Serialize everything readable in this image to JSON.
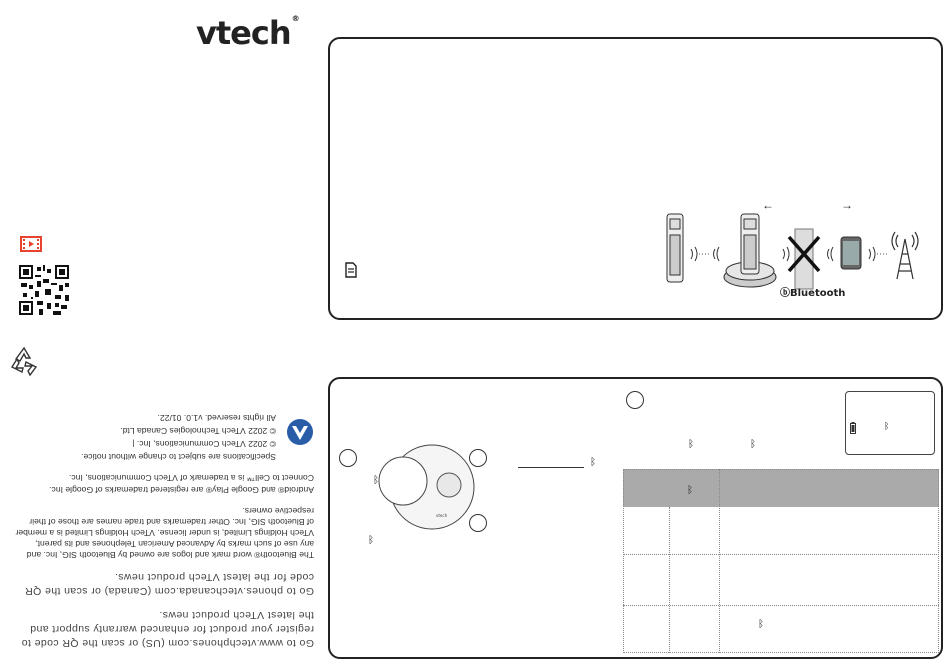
{
  "brand": {
    "logo_text": "vtech",
    "registered": "®"
  },
  "left_panel": {
    "news_us": "Go to www.vtechphones.com (US) or scan the QR code to register your product for enhanced warranty support and the latest VTech product news.",
    "news_canada": "Go to phones.vtechcanada.com (Canada) or scan the QR code for the latest VTech product news.",
    "legal_bluetooth": "The Bluetooth® word mark and logos are owned by Bluetooth SIG, Inc. and any use of such marks by Advanced American Telephones and its parent, VTech Holdings Limited, is under license. VTech Holdings Limited is a member of Bluetooth SIG, Inc. Other trademarks and trade names are those of their respective owners.",
    "legal_google": "Android® and Google Play® are registered trademarks of Google Inc.",
    "legal_cell": "Connect to Cell™ is a trademark of VTech Communications, Inc.",
    "spec_note": "Specifications are subject to change without notice.",
    "copyright_1": "© 2022 VTech Communications, Inc. |",
    "copyright_2": "© 2022 VTech Technologies Canada Ltd.",
    "rights": "All rights reserved. v1.0. 01/22."
  },
  "top_panel": {
    "bluetooth_label": "Bluetooth"
  },
  "bottom_panel": {
    "callouts": [
      "",
      "",
      "",
      ""
    ]
  },
  "colors": {
    "accent_red": "#e8432e",
    "brand_blue": "#2a5da8",
    "table_header": "#aaaaaa"
  },
  "icons": [
    "video-icon",
    "qr-code",
    "recycle-icon",
    "document-icon",
    "bluetooth-icon",
    "battery-icon"
  ]
}
